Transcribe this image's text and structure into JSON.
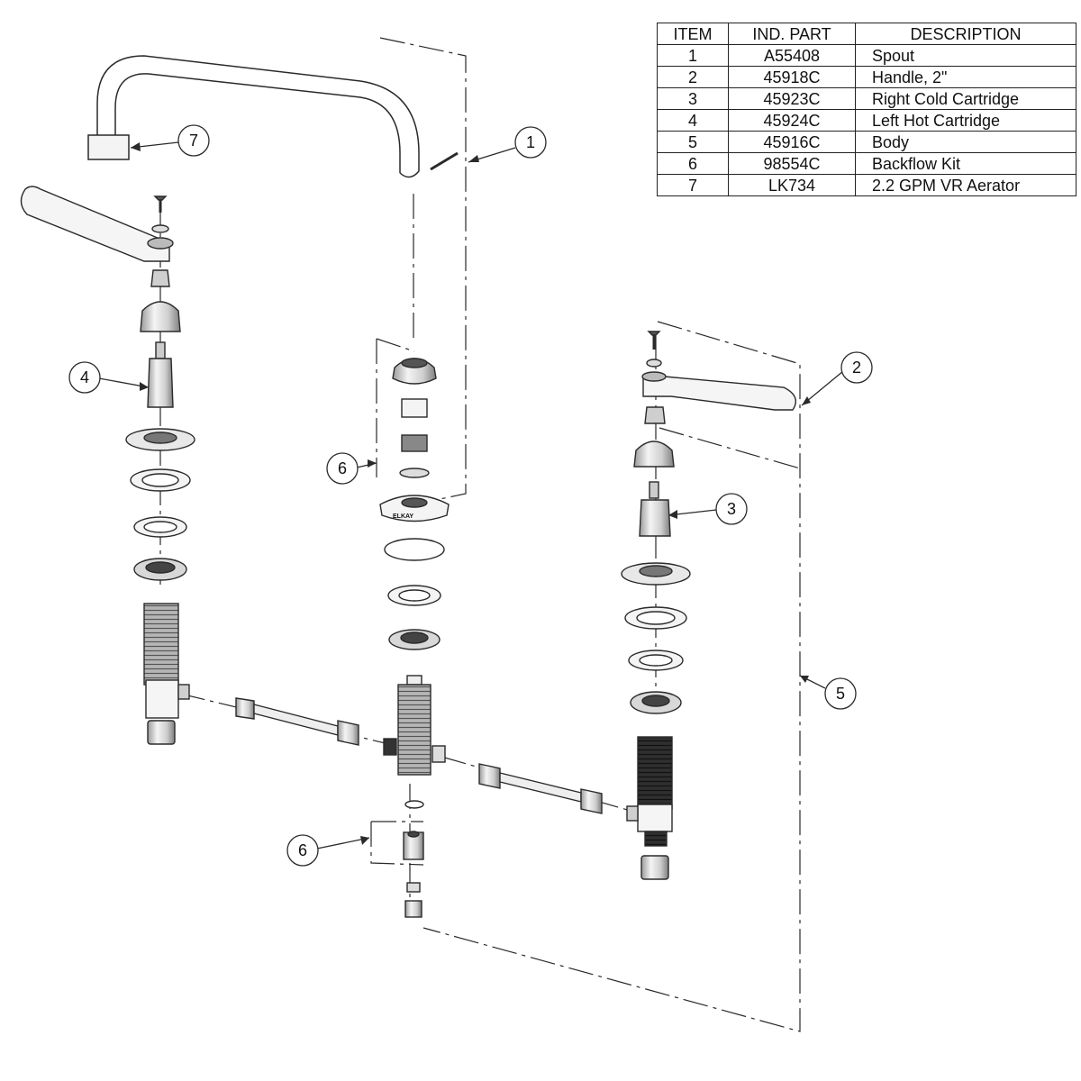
{
  "table": {
    "headers": [
      "ITEM",
      "IND. PART",
      "DESCRIPTION"
    ],
    "rows": [
      {
        "item": "1",
        "part": "A55408",
        "description": "Spout"
      },
      {
        "item": "2",
        "part": "45918C",
        "description": "Handle, 2\""
      },
      {
        "item": "3",
        "part": "45923C",
        "description": "Right Cold Cartridge"
      },
      {
        "item": "4",
        "part": "45924C",
        "description": "Left Hot Cartridge"
      },
      {
        "item": "5",
        "part": "45916C",
        "description": "Body"
      },
      {
        "item": "6",
        "part": "98554C",
        "description": "Backflow Kit"
      },
      {
        "item": "7",
        "part": "LK734",
        "description": "2.2 GPM VR Aerator"
      }
    ]
  },
  "callouts": {
    "spout": "1",
    "handle": "2",
    "right_cartridge": "3",
    "left_cartridge": "4",
    "body": "5",
    "backflow_upper": "6",
    "backflow_lower": "6",
    "aerator": "7"
  },
  "colors": {
    "line": "#2a2a2a",
    "fill_light": "#f2f2f2",
    "fill_mid": "#d4d4d4",
    "fill_dark": "#8a8a8a"
  }
}
